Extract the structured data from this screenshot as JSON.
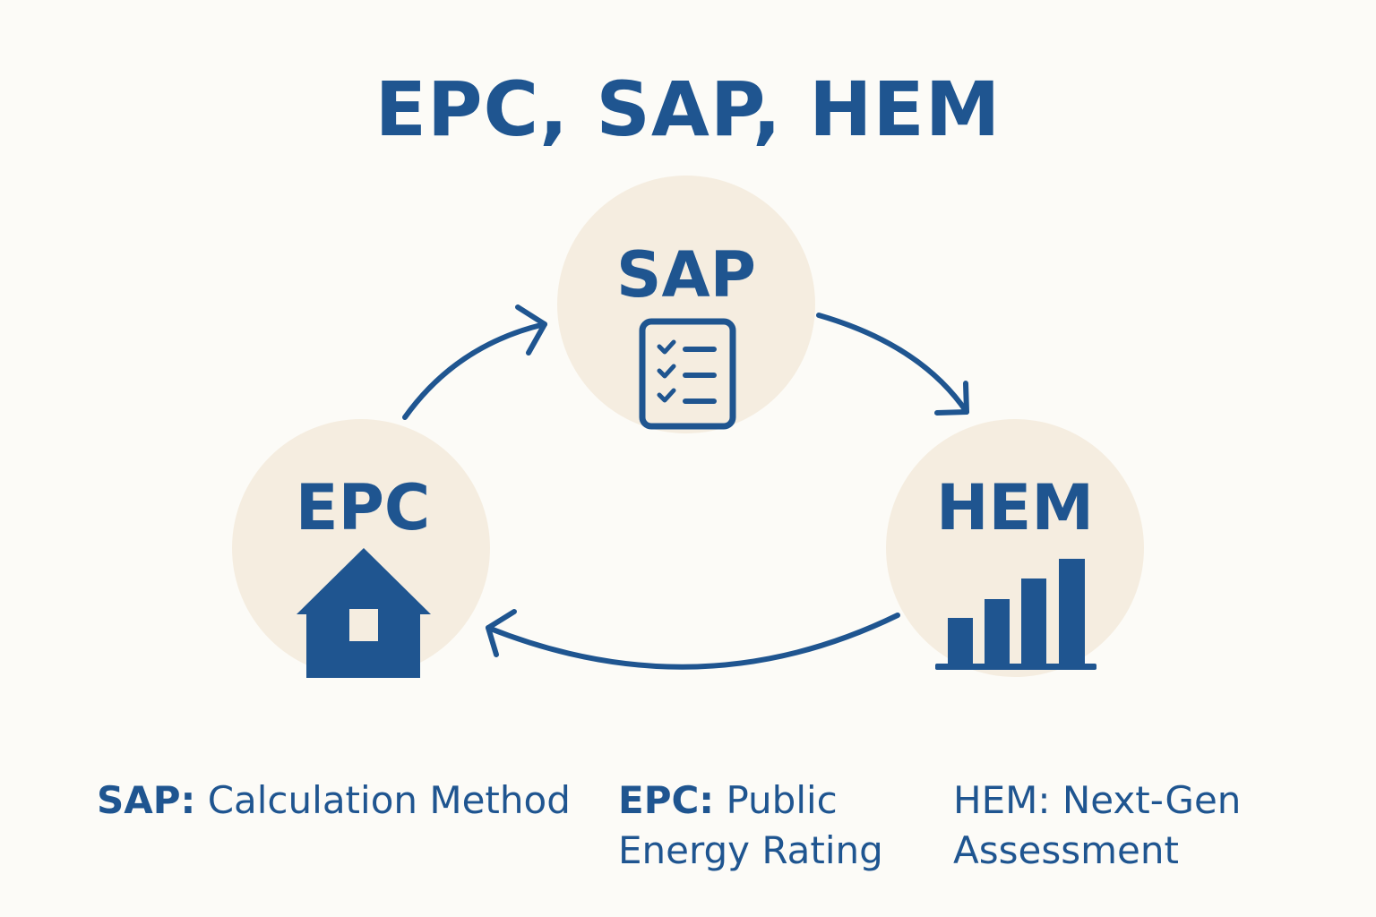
{
  "title": "EPC, SAP, HEM",
  "colors": {
    "primary": "#1f5590",
    "circle_fill": "#f5ede0",
    "background": "#fcfbf7"
  },
  "nodes": {
    "sap": {
      "label": "SAP",
      "icon": "checklist-icon"
    },
    "hem": {
      "label": "HEM",
      "icon": "bar-chart-icon"
    },
    "epc": {
      "label": "EPC",
      "icon": "house-icon"
    }
  },
  "legend": {
    "sap": {
      "key": "SAP:",
      "text": "Calculation Method"
    },
    "epc": {
      "key": "EPC:",
      "text_line1": "Public",
      "text_line2": "Energy Rating"
    },
    "hem": {
      "key": "HEM:",
      "text_line1": "Next-Gen",
      "text_line2": "Assessment"
    }
  }
}
